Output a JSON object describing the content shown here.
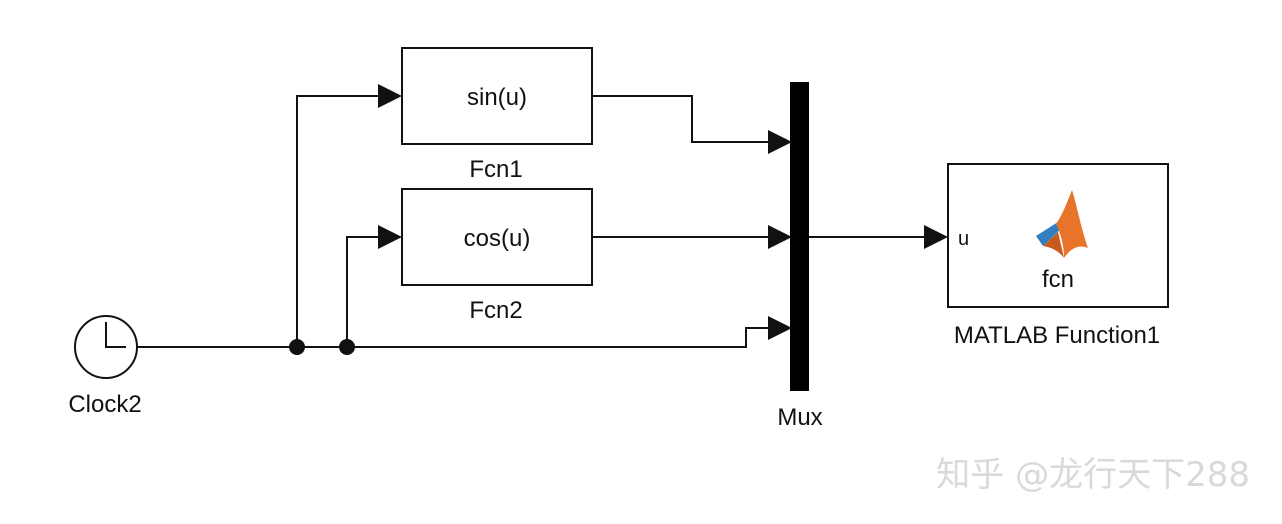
{
  "blocks": {
    "fcn1": {
      "expression": "sin(u)",
      "name": "Fcn1"
    },
    "fcn2": {
      "expression": "cos(u)",
      "name": "Fcn2"
    },
    "clock": {
      "name": "Clock2"
    },
    "mux": {
      "name": "Mux"
    },
    "matlab_function": {
      "name": "MATLAB Function1",
      "input_port": "u",
      "function_label": "fcn"
    }
  },
  "watermark": "知乎 @龙行天下288",
  "colors": {
    "line": "#111111",
    "background": "#ffffff",
    "watermark": "#d9d9d9",
    "matlab_logo_orange": "#e8742a",
    "matlab_logo_blue": "#2f7fc1"
  }
}
